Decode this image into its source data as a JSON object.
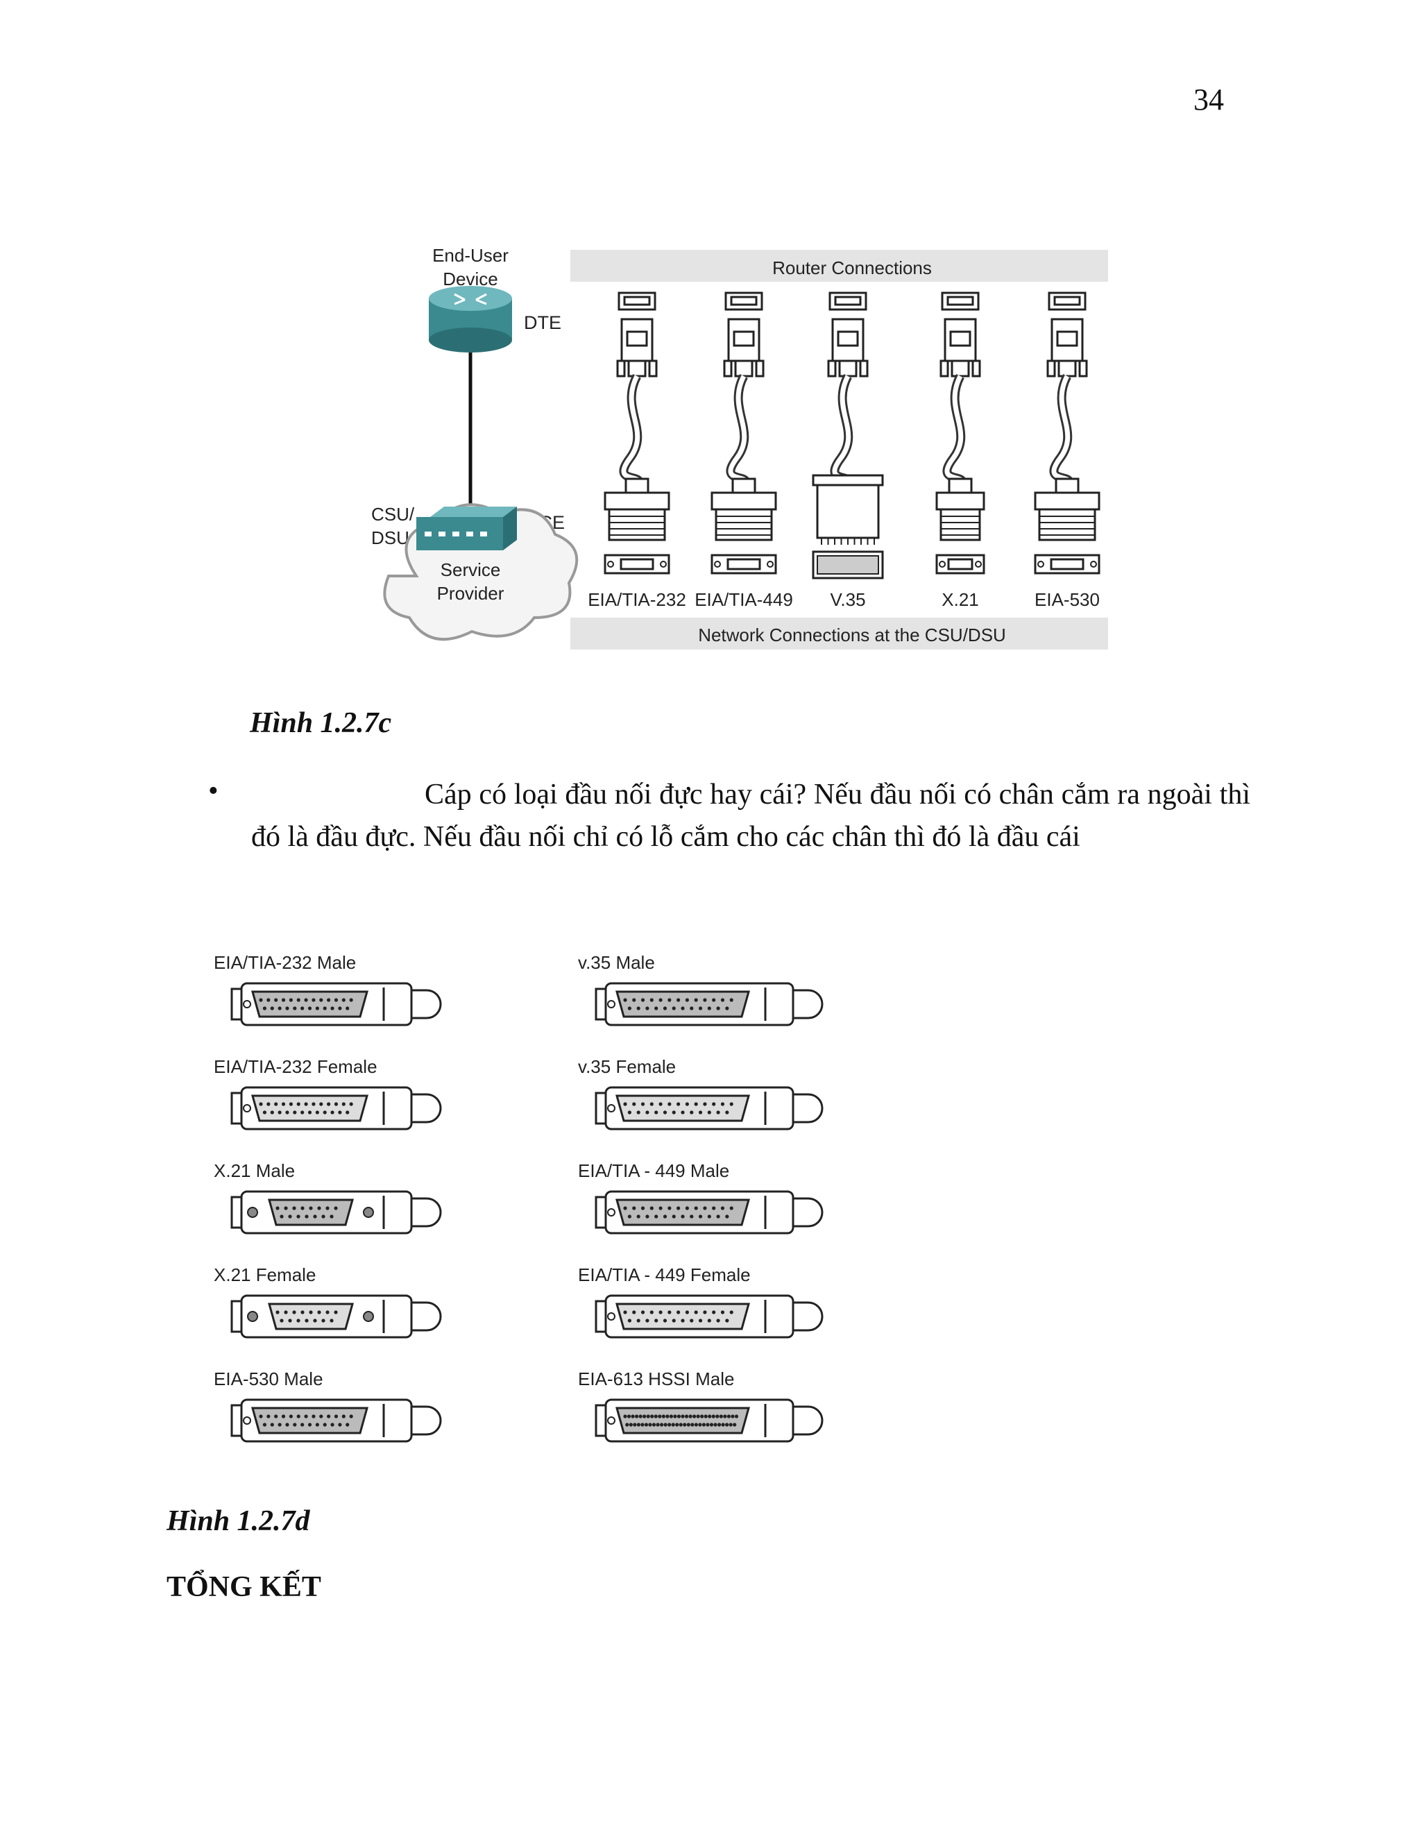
{
  "page_number": "34",
  "figure_c": {
    "end_user_device_label": "End-User Device",
    "end_user_line1": "End-User",
    "end_user_line2": "Device",
    "dte": "DTE",
    "csu_line1": "CSU/",
    "csu_line2": "DSU",
    "dce": "DCE",
    "cloud_line1": "Service",
    "cloud_line2": "Provider",
    "router_connections": "Router Connections",
    "network_connections": "Network Connections at the CSU/DSU",
    "connectors": [
      "EIA/TIA-232",
      "EIA/TIA-449",
      "V.35",
      "X.21",
      "EIA-530"
    ]
  },
  "caption_c": "Hình 1.2.7c",
  "bullet_symbol": "•",
  "paragraph": "Cáp có loại đầu nối đực hay cái? Nếu đầu nối có chân cắm ra ngoài thì đó là đầu đực. Nếu đầu nối chỉ có lỗ cắm cho các chân thì đó là đầu cái",
  "figure_d": {
    "left_column": [
      "EIA/TIA-232 Male",
      "EIA/TIA-232 Female",
      "X.21 Male",
      "X.21 Female",
      "EIA-530 Male"
    ],
    "right_column": [
      "v.35 Male",
      "v.35 Female",
      "EIA/TIA - 449 Male",
      "EIA/TIA - 449 Female",
      "EIA-613 HSSI Male"
    ]
  },
  "caption_d": "Hình 1.2.7d",
  "heading": "TỔNG KẾT"
}
